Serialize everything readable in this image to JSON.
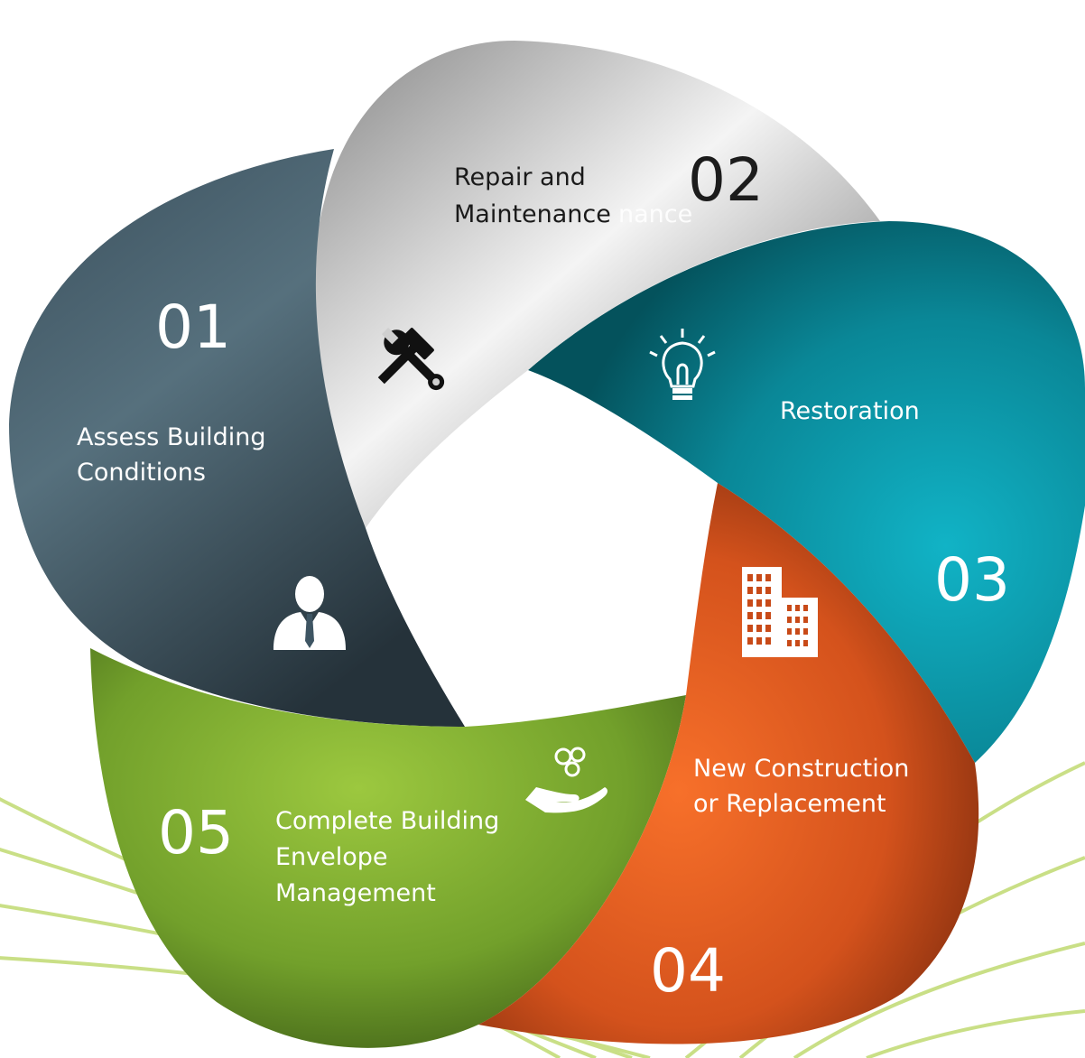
{
  "diagram": {
    "segments": [
      {
        "id": "01",
        "number": "01",
        "label_lines": [
          "Assess Building",
          "Conditions"
        ],
        "icon": "businessman-icon",
        "color": "#3e5563"
      },
      {
        "id": "02",
        "number": "02",
        "label_lines": [
          "Repair and",
          "Maintenance"
        ],
        "label_ghost": "nance",
        "icon": "hammer-wrench-icon",
        "color": "#cfcfcf"
      },
      {
        "id": "03",
        "number": "03",
        "label_lines": [
          "Restoration"
        ],
        "icon": "lightbulb-icon",
        "color": "#0b8fa0"
      },
      {
        "id": "04",
        "number": "04",
        "label_lines": [
          "New Construction",
          "or Replacement"
        ],
        "icon": "building-icon",
        "color": "#e0591f"
      },
      {
        "id": "05",
        "number": "05",
        "label_lines": [
          "Complete Building",
          "Envelope",
          "Management"
        ],
        "icon": "gears-hand-icon",
        "color": "#7aa632"
      }
    ],
    "swoosh_color": "#c4dc7a"
  }
}
